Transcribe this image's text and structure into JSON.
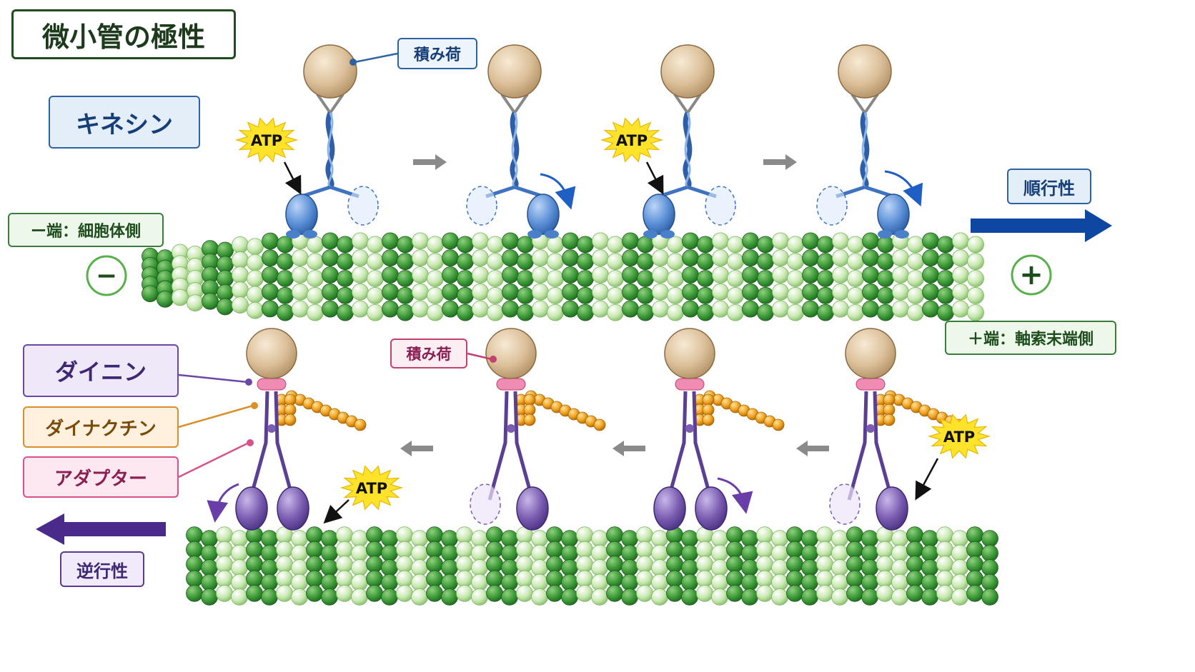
{
  "title": "微小管の極性",
  "kinesin_label": "キネシン",
  "minus_end_label": "ー端：細胞体側",
  "plus_end_label": "＋端：軸索末端側",
  "anterograde_label": "順行性",
  "retrograde_label": "逆行性",
  "cargo_label": "積み荷",
  "atp_label": "ATP",
  "minus_symbol": "−",
  "plus_symbol": "+",
  "dynein_complex": {
    "dynein_label": "ダイニン",
    "dynactin_label": "ダイナクチン",
    "adaptor_label": "アダプター"
  },
  "colors": {
    "kinesin_blue": "#5a8fd6",
    "dynein_purple": "#7a5cb0",
    "dynactin_orange": "#f0a422",
    "adaptor_pink": "#f08cb4",
    "cargo_tan": "#dcc09a",
    "microtubule_dark": "#3d9a38",
    "microtubule_light": "#c8e8b0",
    "anterograde_arrow": "#0d47a1",
    "retrograde_arrow": "#4a2a8a",
    "step_arrow_gray": "#8a8a8a"
  }
}
